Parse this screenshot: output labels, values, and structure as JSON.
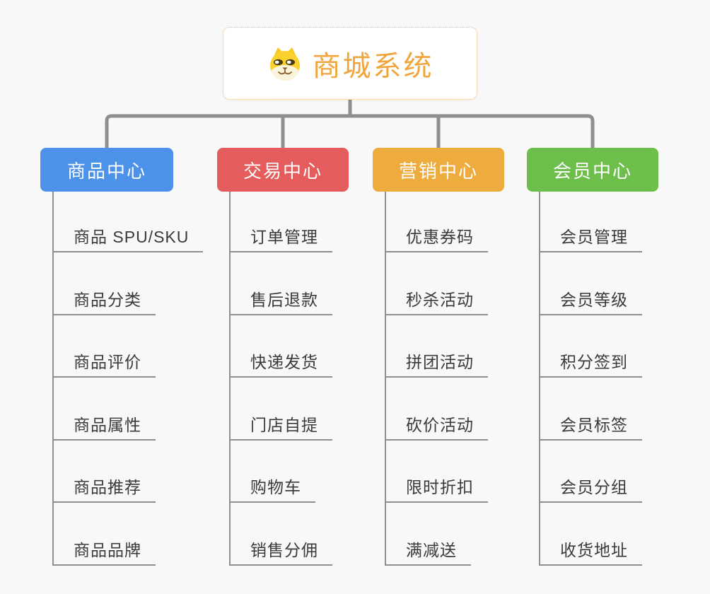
{
  "canvas": {
    "background": "#F8F8F8"
  },
  "root": {
    "title": "商城系统",
    "icon": "dog-face-icon",
    "title_color": "#F0A63D",
    "border_color": "#EFB567"
  },
  "connector_color": "#8F8F8F",
  "item_text_color": "#3A3A3A",
  "branches": [
    {
      "label": "商品中心",
      "color": "#4B92E8",
      "children": [
        "商品 SPU/SKU",
        "商品分类",
        "商品评价",
        "商品属性",
        "商品推荐",
        "商品品牌"
      ]
    },
    {
      "label": "交易中心",
      "color": "#E45C5B",
      "children": [
        "订单管理",
        "售后退款",
        "快递发货",
        "门店自提",
        "购物车",
        "销售分佣"
      ]
    },
    {
      "label": "营销中心",
      "color": "#EDAC3D",
      "children": [
        "优惠券码",
        "秒杀活动",
        "拼团活动",
        "砍价活动",
        "限时折扣",
        "满减送"
      ]
    },
    {
      "label": "会员中心",
      "color": "#6DBE4B",
      "children": [
        "会员管理",
        "会员等级",
        "积分签到",
        "会员标签",
        "会员分组",
        "收货地址"
      ]
    }
  ]
}
